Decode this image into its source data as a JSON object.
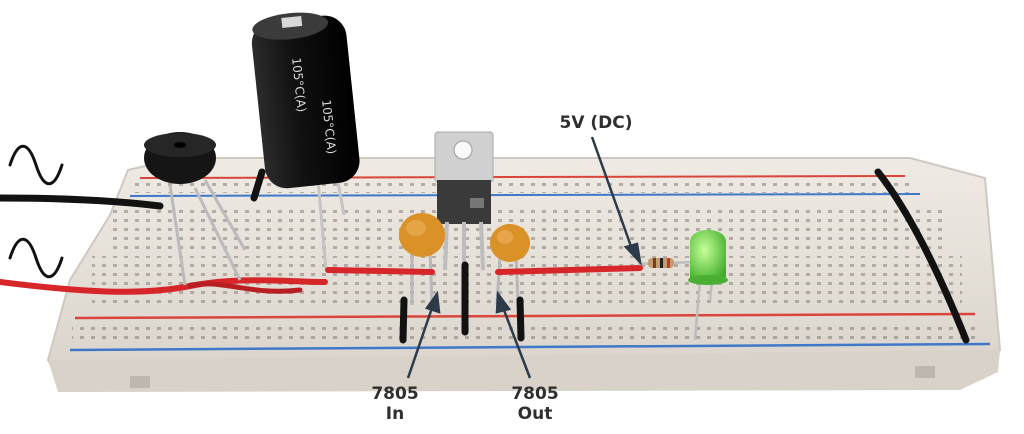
{
  "annotations": {
    "output_voltage": "5V (DC)",
    "regulator_in": {
      "line1": "7805",
      "line2": "In"
    },
    "regulator_out": {
      "line1": "7805",
      "line2": "Out"
    }
  },
  "capacitor_marking": "105°C(A)",
  "colors": {
    "breadboard": "#e7e2da",
    "rail_red": "#d9453b",
    "rail_blue": "#3f78c8",
    "wire_red": "#d7262a",
    "wire_black": "#121212",
    "capacitor_body": "#1b1b1b",
    "ceramic_cap": "#d99128",
    "regulator": "#3a3a3a",
    "heatsink": "#cfcfcf",
    "led": "#62d64a",
    "arrow": "#2c3a4a"
  }
}
